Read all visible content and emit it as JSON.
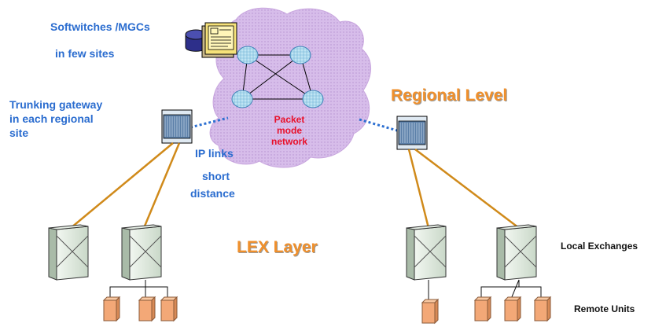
{
  "labels": {
    "softswitches": "Softwitches /MGCs",
    "few_sites": "in  few sites",
    "trunking_1": "Trunking gateway",
    "trunking_2": "in each regional",
    "trunking_3": "site",
    "regional_level": "Regional Level",
    "packet_1": "Packet",
    "packet_2": "mode",
    "packet_3": "network",
    "ip_links": "IP links",
    "short": "short",
    "distance": "distance",
    "lex_layer": "LEX Layer",
    "local_exchanges": "Local Exchanges",
    "remote_units": "Remote Units"
  },
  "colors": {
    "label_blue": "#2a6ccf",
    "packet_red": "#e8102a",
    "heading_orange": "#f0902c",
    "cloud_fill": "#d4b8e6",
    "trunk_orange": "#d08a1a",
    "ip_dotted_blue": "#2c6fd1",
    "remote_unit_fill": "#f3a877"
  }
}
